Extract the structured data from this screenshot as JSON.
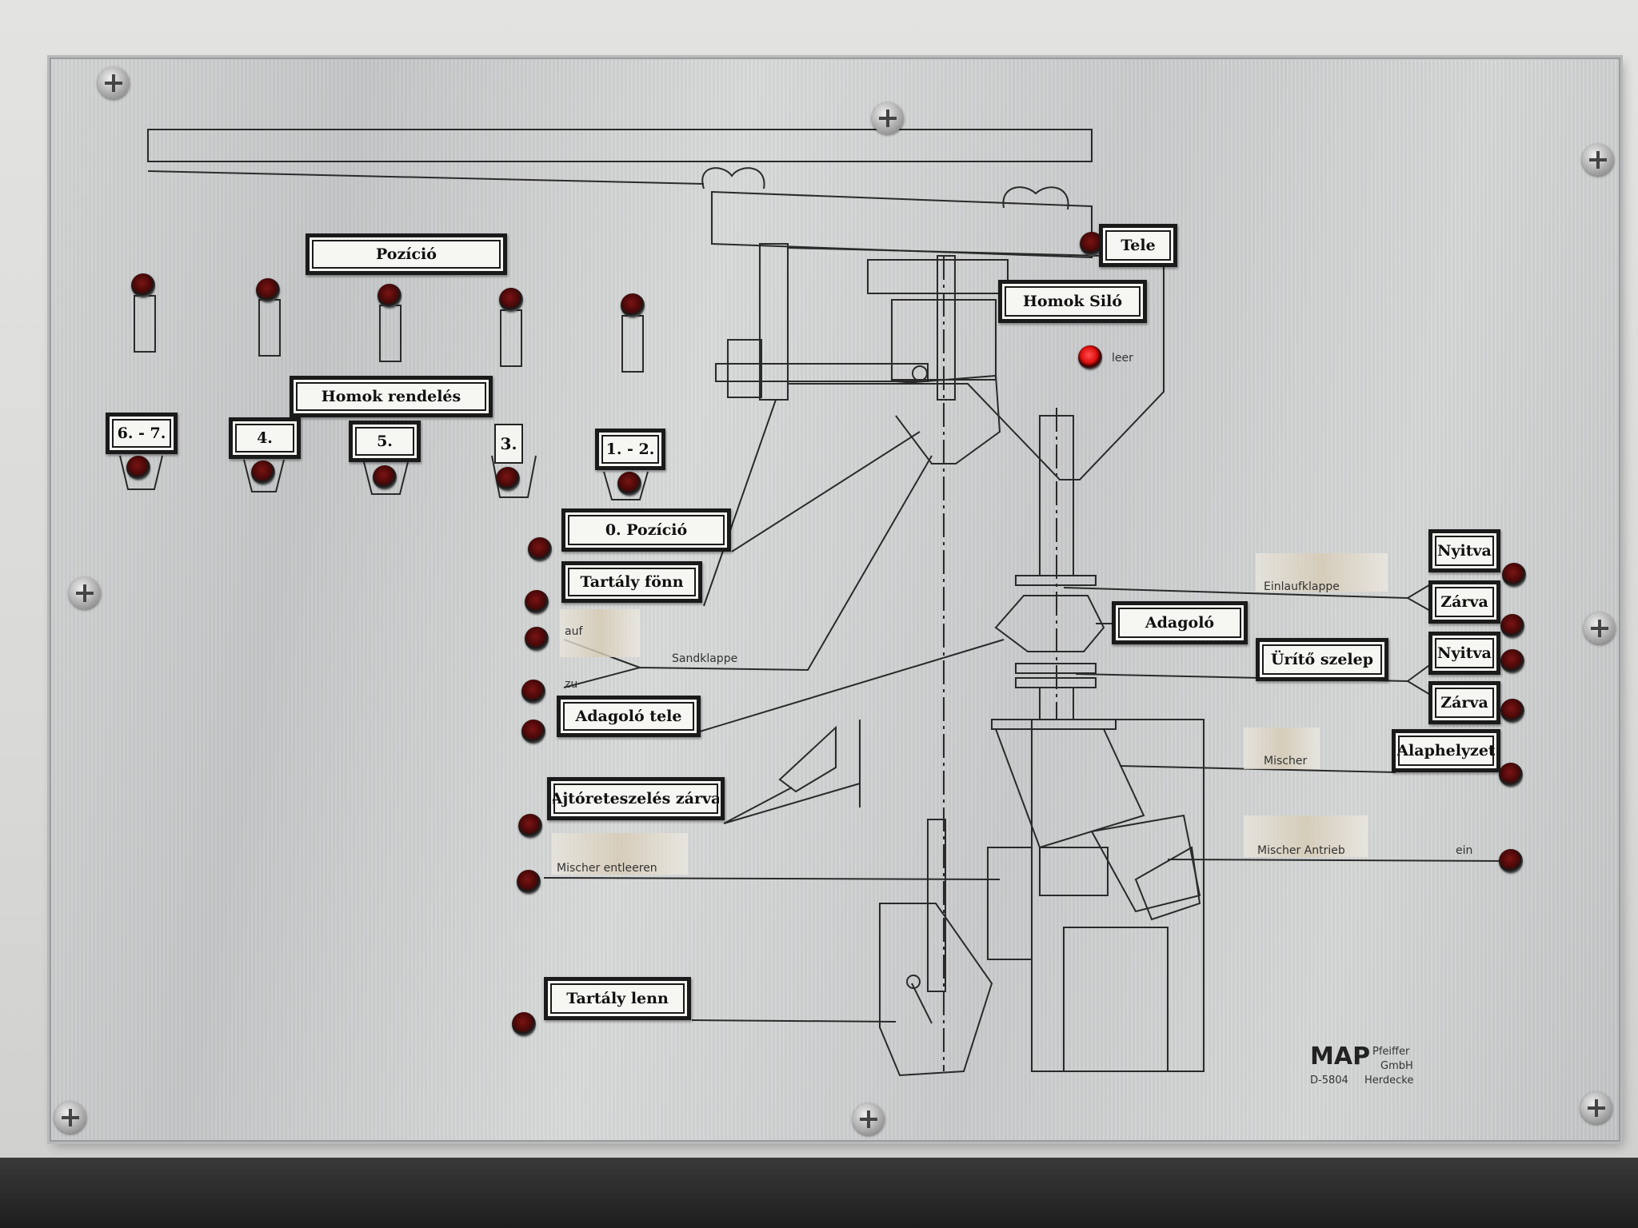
{
  "labels": {
    "pozicio": "Pozíció",
    "homok_rendeles": "Homok rendelés",
    "pos_67": "6. - 7.",
    "pos_4": "4.",
    "pos_5": "5.",
    "pos_3": "3.",
    "pos_12": "1. - 2.",
    "nulla_pozicio": "0. Pozíció",
    "tartaly_fonn": "Tartály  fönn",
    "adagolo_tele": "Adagoló tele",
    "ajtoreteszeles": "Ajtóreteszelés zárva",
    "tartaly_lenn": "Tartály lenn",
    "tele": "Tele",
    "homok_silo": "Homok Siló",
    "adagolo": "Adagoló",
    "urito_szelep": "Ürítő szelep",
    "nyitva_1": "Nyitva",
    "zarva_1": "Zárva",
    "nyitva_2": "Nyitva",
    "zarva_2": "Zárva",
    "alaphelyzet": "Alaphelyzet"
  },
  "german": {
    "auf": "auf",
    "zu": "zu",
    "sandklappe": "Sandklappe",
    "leer": "leer",
    "einlaufklappe": "Einlaufklappe",
    "mischer": "Mischer",
    "mischer_antrieb": "Mischer Antrieb",
    "ein": "ein",
    "mischer_entleeren": "Mischer entleeren"
  },
  "maker": {
    "brand": "MAP",
    "company_line1": "Pfeiffer",
    "company_line2": "GmbH",
    "postcode": "D-5804",
    "city": "Herdecke"
  },
  "indicators": {
    "leer_lamp_lit": true
  }
}
